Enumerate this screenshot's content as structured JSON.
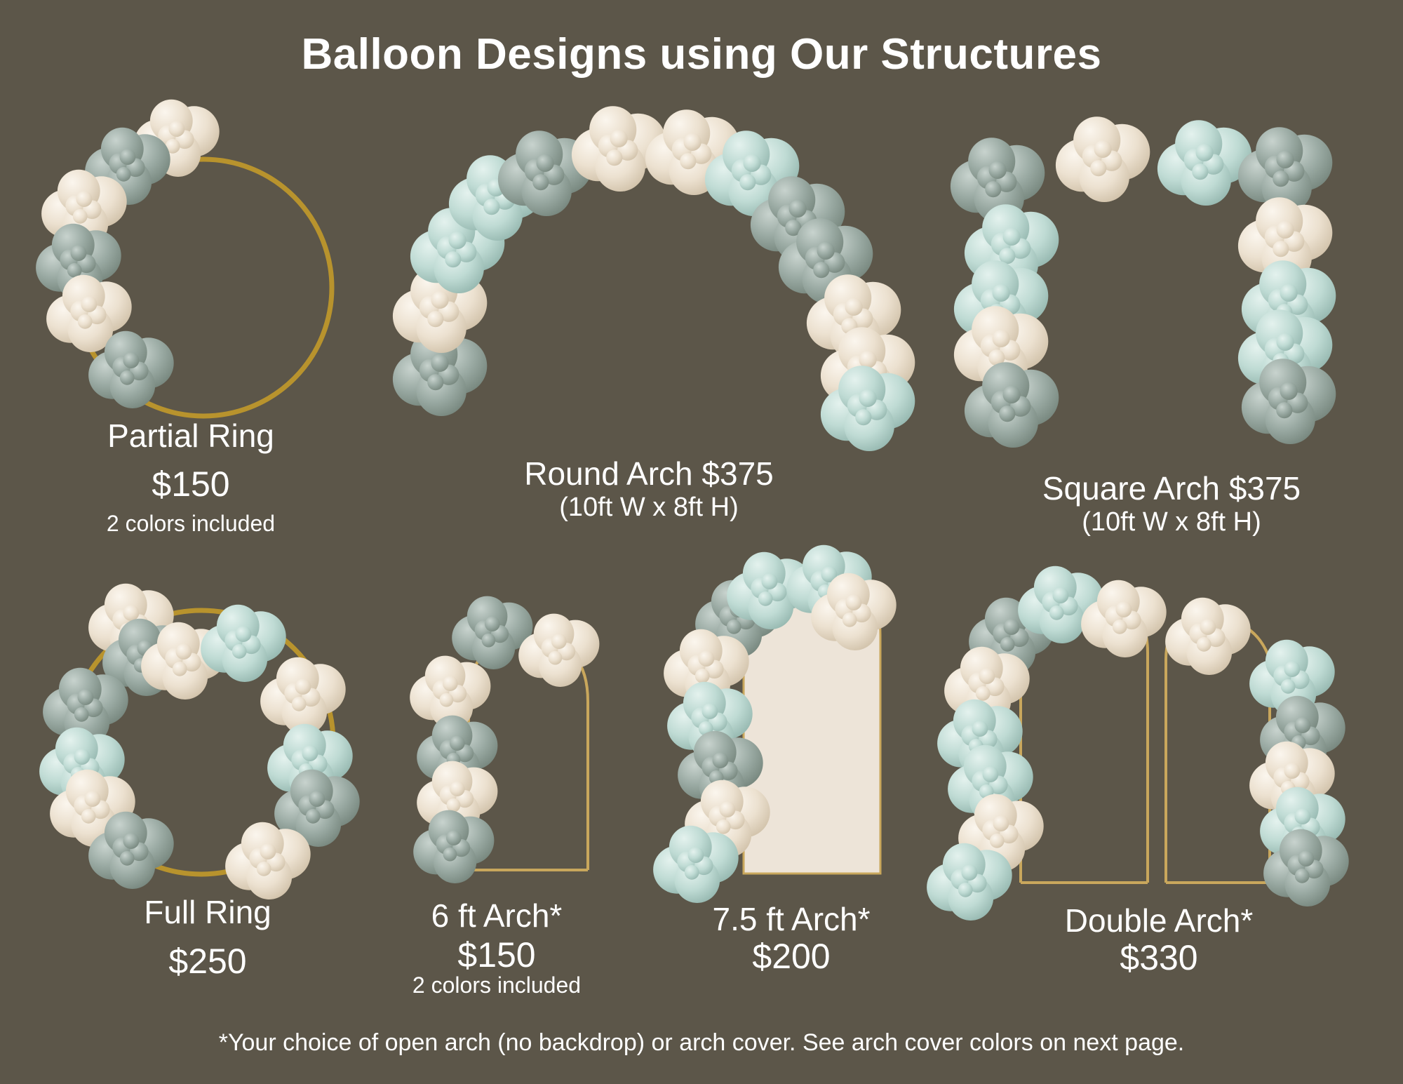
{
  "title": "Balloon Designs using Our Structures",
  "colors": {
    "background": "#5c5649",
    "sage": "#9aaaa3",
    "mint": "#bfdbd4",
    "cream": "#ece1d0",
    "gold_frame": "#b8932d",
    "arch_cover": "#ede4d8"
  },
  "products": [
    {
      "name": "Partial Ring",
      "price": "$150",
      "note": "2 colors included"
    },
    {
      "name": "Round Arch $375",
      "dimensions": "(10ft W x 8ft H)"
    },
    {
      "name": "Square Arch $375",
      "dimensions": "(10ft W x 8ft H)"
    },
    {
      "name": "Full Ring",
      "price": "$250"
    },
    {
      "name": "6 ft Arch*",
      "price": "$150",
      "note": "2 colors included"
    },
    {
      "name": "7.5 ft Arch*",
      "price": "$200"
    },
    {
      "name": "Double Arch*",
      "price": "$330"
    }
  ],
  "footnote": "*Your choice of open arch (no backdrop) or arch cover.  See arch cover colors on next page."
}
